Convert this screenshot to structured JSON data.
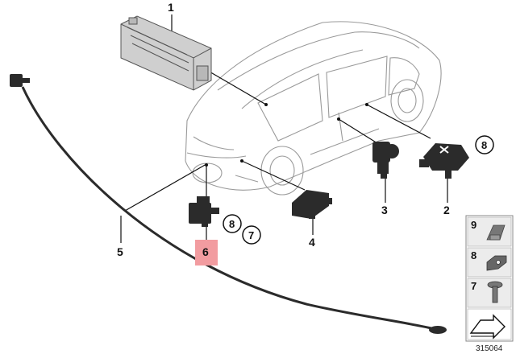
{
  "diagram_id": "315064",
  "part_labels": {
    "p1": "1",
    "p2": "2",
    "p3": "3",
    "p4": "4",
    "p5": "5",
    "p6": "6"
  },
  "callouts": {
    "c8_sensor2": "8",
    "c8_sensor6": "8",
    "c7_sensor6": "7"
  },
  "side_panel": [
    {
      "label": "9",
      "icon": "clip-icon"
    },
    {
      "label": "8",
      "icon": "bracket-icon"
    },
    {
      "label": "7",
      "icon": "screw-icon"
    }
  ],
  "colors": {
    "line": "#222222",
    "part_fill": "#2b2b2b",
    "module_fill": "#cfcfcf",
    "highlight": "#f29ca0",
    "panel_fill": "#ececec"
  }
}
